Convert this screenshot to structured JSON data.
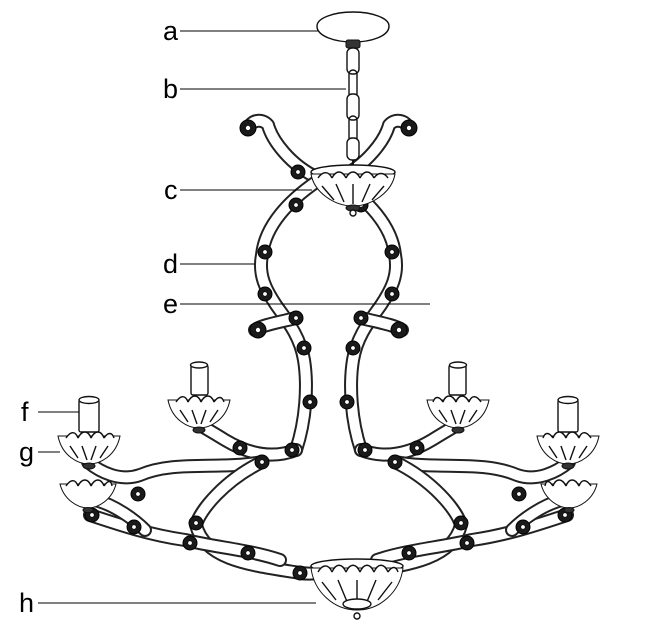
{
  "labels": {
    "a": "a",
    "b": "b",
    "c": "c",
    "d": "d",
    "e": "e",
    "f": "f",
    "g": "g",
    "h": "h"
  },
  "colors": {
    "ink": "#000000",
    "background": "#ffffff"
  }
}
